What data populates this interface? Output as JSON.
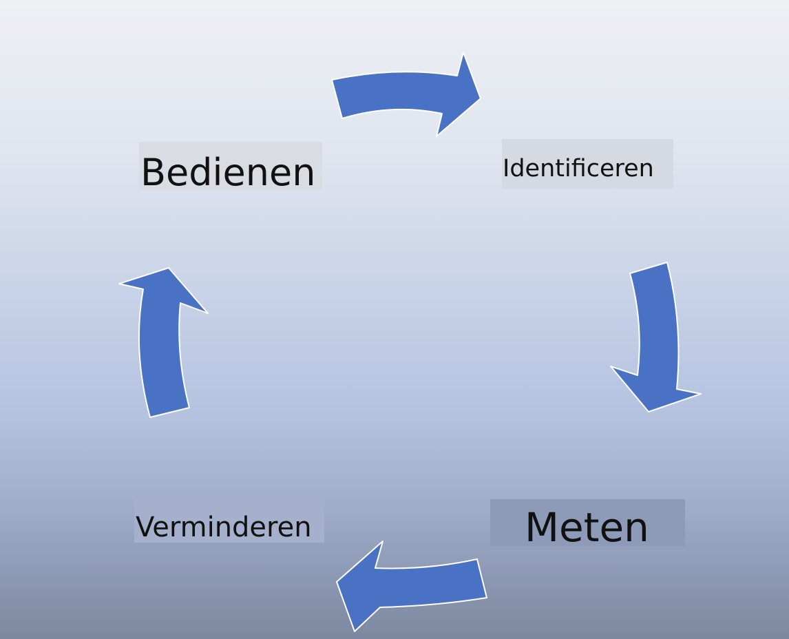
{
  "diagram": {
    "colors": {
      "arrow_fill": "#4a72c4",
      "arrow_stroke": "#ffffff"
    },
    "labels": {
      "bedienen": "Bedienen",
      "identificeren": "Identificeren",
      "meten": "Meten",
      "verminderen": "Verminderen"
    },
    "arrows": [
      {
        "from": "Bedienen",
        "to": "Identificeren"
      },
      {
        "from": "Identificeren",
        "to": "Meten"
      },
      {
        "from": "Meten",
        "to": "Verminderen"
      },
      {
        "from": "Verminderen",
        "to": "Bedienen"
      }
    ]
  }
}
